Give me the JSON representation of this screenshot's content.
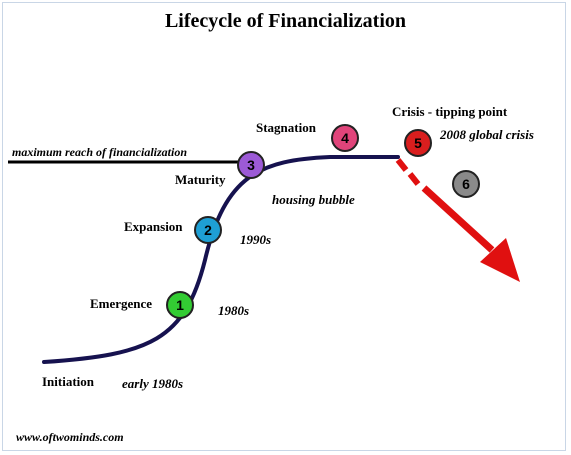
{
  "title": "Lifecycle of Financialization",
  "max_reach_label": "maximum reach of financialization",
  "stages": [
    {
      "number": "1",
      "name": "Emergence",
      "note": "1980s",
      "color": "#33cc33"
    },
    {
      "number": "2",
      "name": "Expansion",
      "note": "1990s",
      "color": "#1e9fd4"
    },
    {
      "number": "3",
      "name": "Maturity",
      "note": "",
      "color": "#9c5ad6"
    },
    {
      "number": "4",
      "name": "Stagnation",
      "note": "housing bubble",
      "color": "#e0447a"
    },
    {
      "number": "5",
      "name": "Crisis - tipping point",
      "note": "2008 global crisis",
      "color": "#d91e1e"
    },
    {
      "number": "6",
      "name": "",
      "note": "",
      "color": "#8a8a8a"
    }
  ],
  "initiation": {
    "name": "Initiation",
    "note": "early 1980s"
  },
  "footer": "www.oftwominds.com",
  "colors": {
    "curve": "#16124f",
    "arrow": "#e01010",
    "reach_line": "#000000"
  }
}
